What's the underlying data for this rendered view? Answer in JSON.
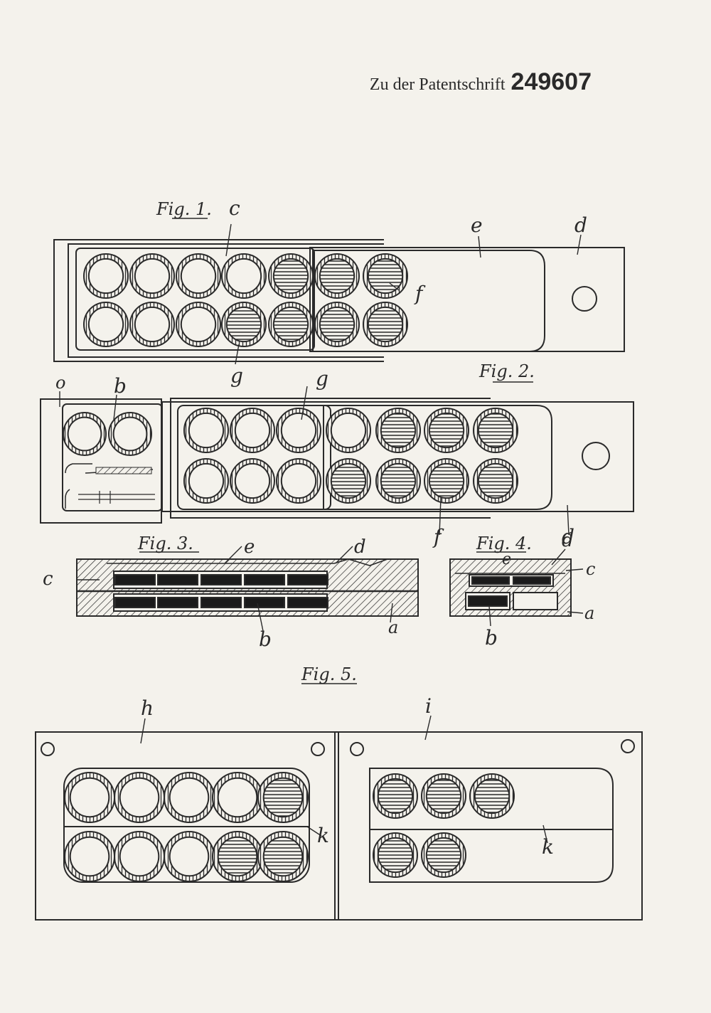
{
  "header": {
    "prefix": "Zu der Patentschrift",
    "number": "249607"
  },
  "figures": {
    "fig1": "Fig. 1.",
    "fig2": "Fig. 2.",
    "fig3": "Fig. 3.",
    "fig4": "Fig. 4.",
    "fig5": "Fig. 5."
  },
  "labels": {
    "a": "a",
    "b": "b",
    "c": "c",
    "d": "d",
    "e": "e",
    "f": "f",
    "g": "g",
    "h": "h",
    "i": "i",
    "k": "k",
    "o": "o"
  },
  "colors": {
    "ink": "#2a2a2a",
    "paper": "#f4f2ec"
  }
}
